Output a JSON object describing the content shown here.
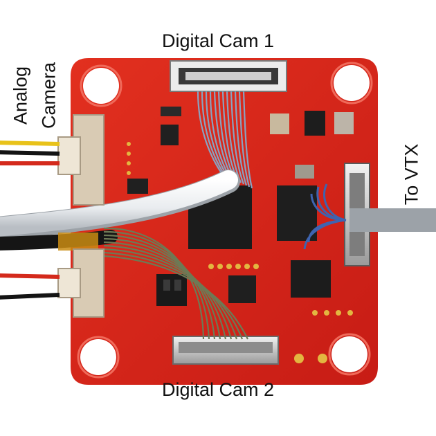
{
  "labels": {
    "cam1": "Digital Cam 1",
    "cam2": "Digital Cam 2",
    "vtx": "To VTX",
    "analog": "Analog",
    "camera": "Camera"
  },
  "colors": {
    "pcb": "#d9241e",
    "pcb_dark": "#b5160f",
    "cable_white": "#eef0f2",
    "ribbon_blue": "#8aa2c0",
    "ribbon_vtx": "#3e64b0",
    "ribbon_green": "#6d7a55",
    "wire_red": "#d42a1c",
    "wire_black": "#141414",
    "wire_yellow": "#e8c21a"
  }
}
